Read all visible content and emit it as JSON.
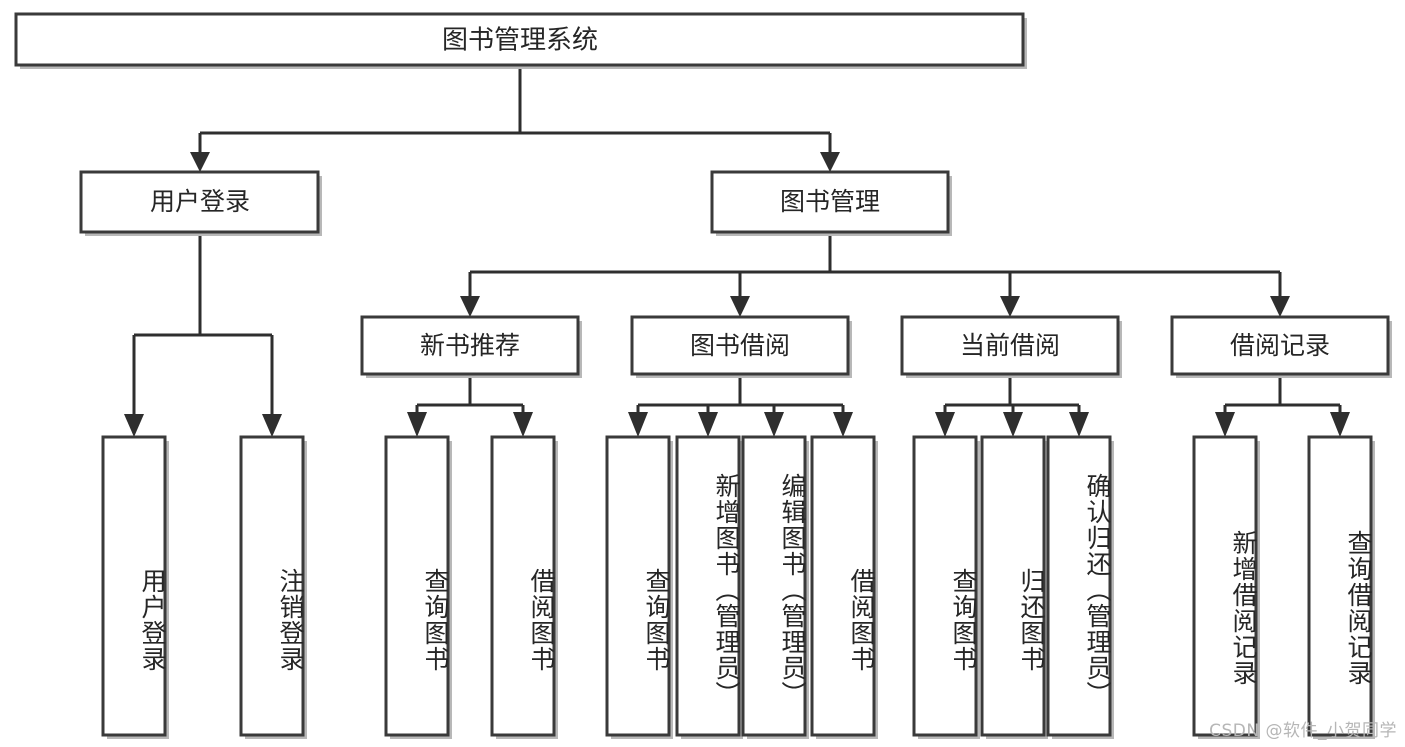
{
  "diagram": {
    "title": "图书管理系统",
    "root": {
      "label": "图书管理系统"
    },
    "level2": [
      {
        "label": "用户登录"
      },
      {
        "label": "图书管理"
      }
    ],
    "level3": [
      {
        "label": "新书推荐"
      },
      {
        "label": "图书借阅"
      },
      {
        "label": "当前借阅"
      },
      {
        "label": "借阅记录"
      }
    ],
    "leaves": {
      "user_login": [
        {
          "label": "用户登录"
        },
        {
          "label": "注销登录"
        }
      ],
      "new_book_recommend": [
        {
          "label": "查询图书"
        },
        {
          "label": "借阅图书"
        }
      ],
      "book_borrow": [
        {
          "label": "查询图书"
        },
        {
          "label": "新增图书（管理员）"
        },
        {
          "label": "编辑图书（管理员）"
        },
        {
          "label": "借阅图书"
        }
      ],
      "current_borrow": [
        {
          "label": "查询图书"
        },
        {
          "label": "归还图书"
        },
        {
          "label": "确认归还（管理员）"
        }
      ],
      "borrow_record": [
        {
          "label": "新增借阅记录"
        },
        {
          "label": "查询借阅记录"
        }
      ]
    }
  },
  "watermark": {
    "text": "CSDN @软件_小贺同学"
  },
  "colors": {
    "box_stroke": "#3a3a3a",
    "connector": "#2e2e2e",
    "text": "#262626",
    "background": "#ffffff",
    "watermark": "#b6b6b6"
  }
}
